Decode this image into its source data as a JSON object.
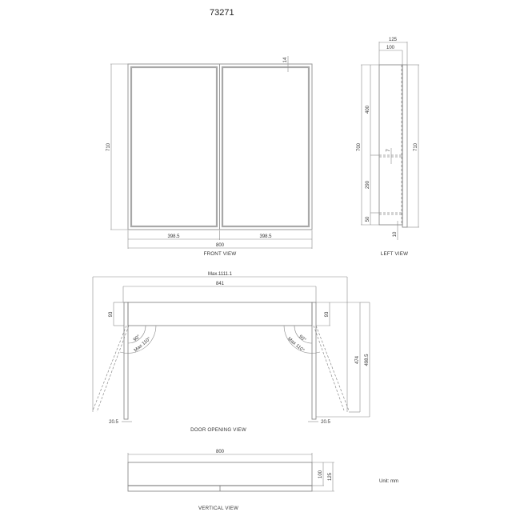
{
  "title": "73271",
  "unit_label": "Unit: mm",
  "front_view": {
    "label": "FRONT VIEW",
    "height": "710",
    "door_gap": "14",
    "door_width_left": "398.5",
    "door_width_right": "398.5",
    "total_width": "800"
  },
  "left_view": {
    "label": "LEFT VIEW",
    "depth_total": "125",
    "depth_body": "100",
    "height_total": "710",
    "height_body": "700",
    "shelf_top": "400",
    "shelf_mid": "290",
    "shelf_bottom": "50",
    "shelf_thickness": "7",
    "door_offset": "10"
  },
  "door_opening_view": {
    "label": "DOOR   OPENING   VIEW",
    "max_width": "Max.1111.1",
    "width_841": "841",
    "depth_left": "93",
    "depth_right": "93",
    "angle_90_left": "90°",
    "angle_max_left": "Max 110°",
    "angle_90_right": "90°",
    "angle_max_right": "Max 110°",
    "door_thickness_left": "20.5",
    "door_thickness_right": "20.5",
    "swing_474": "474",
    "swing_498": "498.5"
  },
  "vertical_view": {
    "label": "VERTICAL VIEW",
    "width": "800",
    "depth_body": "100",
    "depth_total": "125"
  }
}
